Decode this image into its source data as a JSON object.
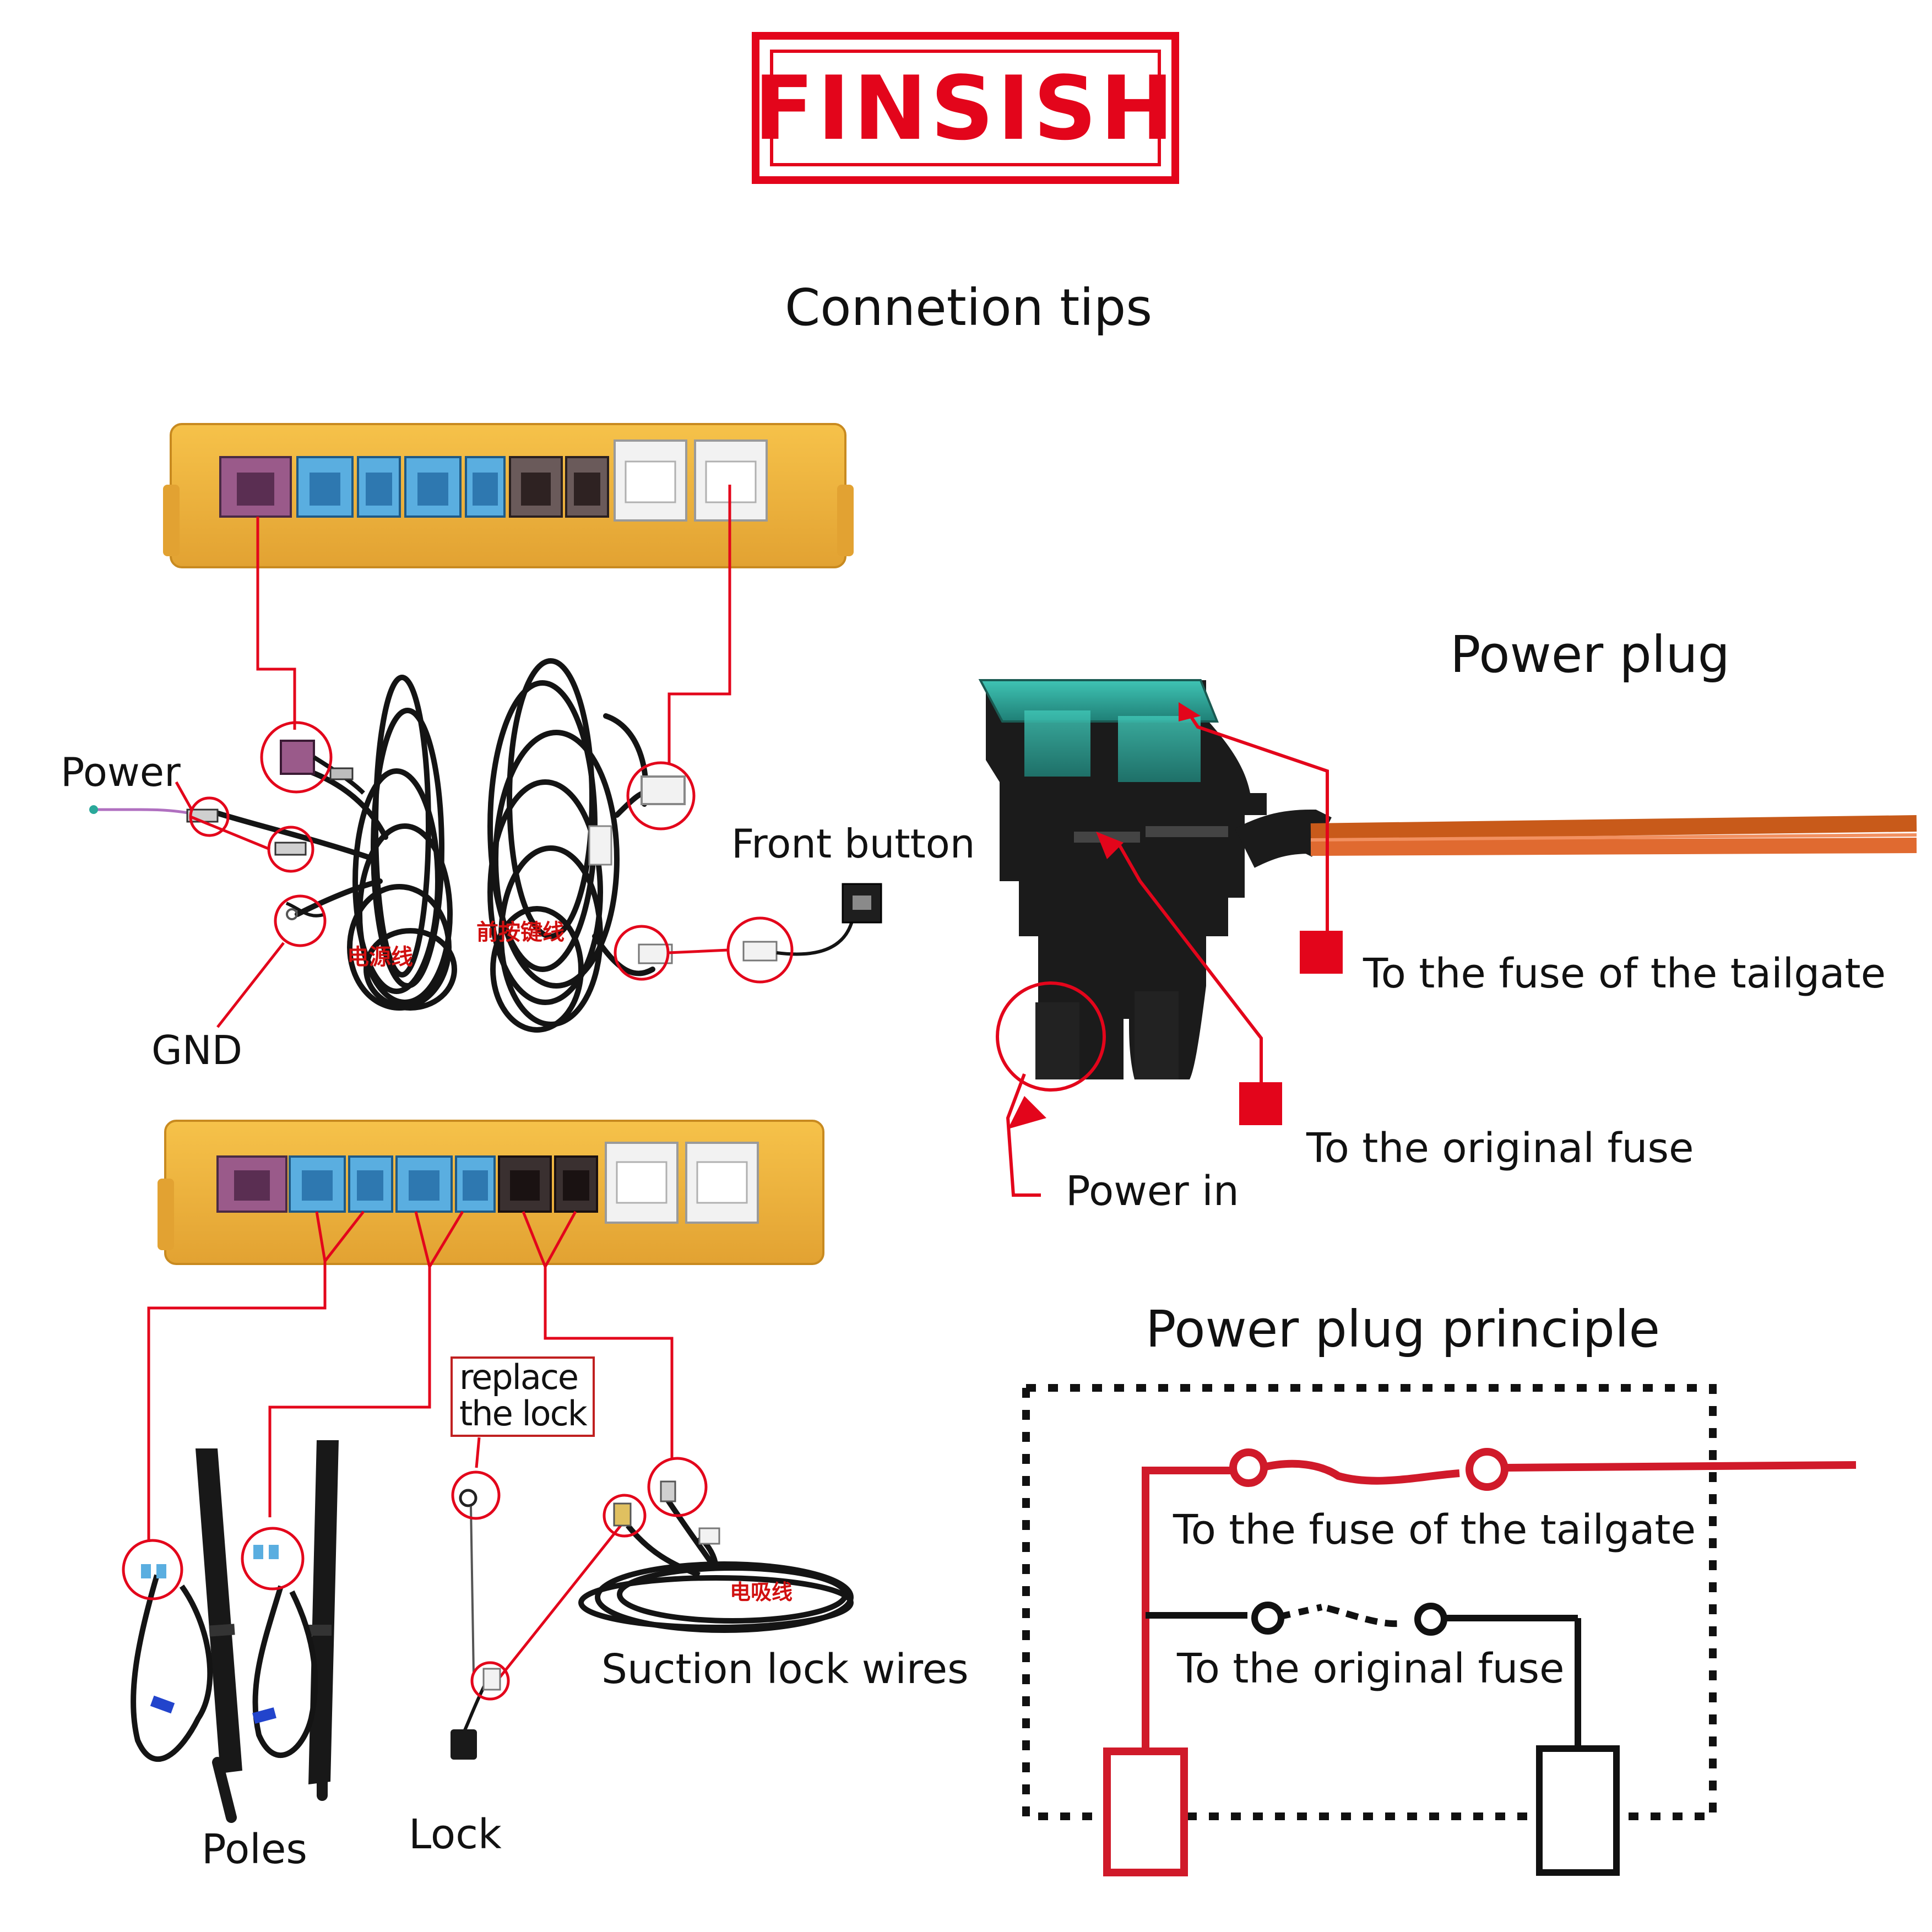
{
  "header": {
    "badge": "FINSISH",
    "subtitle": "Connetion tips"
  },
  "connection_tips": {
    "power_label": "Power",
    "gnd_label": "GND",
    "front_button_label": "Front button",
    "power_cable_cn": "电源线",
    "button_cable_cn": "前按键线",
    "poles_label": "Poles",
    "lock_label": "Lock",
    "replace_lock": "replace\nthe lock",
    "suction_lock_label": "Suction lock wires",
    "suction_cable_cn": "电吸线"
  },
  "power_plug": {
    "title": "Power plug",
    "to_tailgate_fuse": "To the fuse of the tailgate",
    "to_original_fuse": "To the original fuse",
    "power_in": "Power in"
  },
  "principle": {
    "title": "Power plug principle",
    "to_tailgate_fuse": "To the fuse of the tailgate",
    "to_original_fuse": "To the original fuse"
  },
  "colors": {
    "accent_red": "#e3051b",
    "box_orange": "#f0b035",
    "port_purple": "#9a5a8a",
    "port_blue": "#5aaee0",
    "port_dark": "#5a4a4a",
    "port_white": "#f2f2f2",
    "fuse_green": "#2aa89a",
    "cable_black": "#141414"
  }
}
